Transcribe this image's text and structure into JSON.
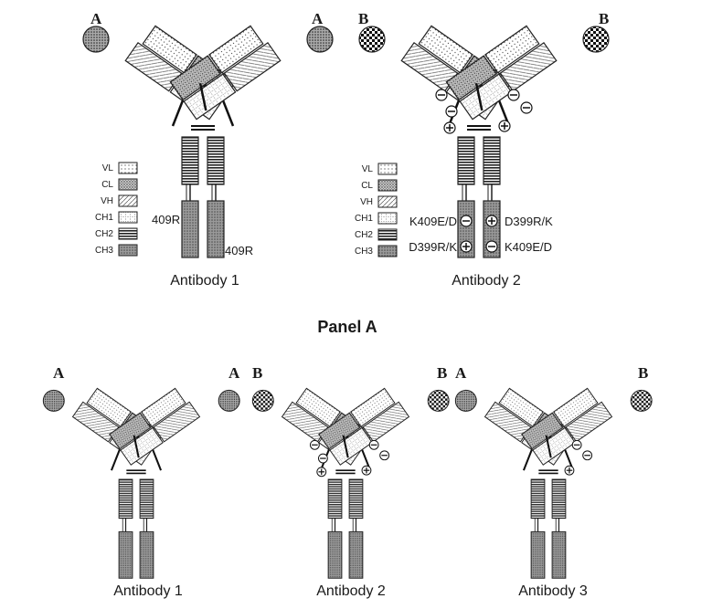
{
  "panel_a": {
    "title": "Panel A",
    "antibody_1": {
      "caption": "Antibody 1",
      "arm_left": "A",
      "arm_right": "A",
      "mutation_left": "409R",
      "mutation_right": "409R"
    },
    "antibody_2": {
      "caption": "Antibody 2",
      "arm_left": "B",
      "arm_right": "B",
      "mutation_left_top": "K409E/D",
      "mutation_left_bottom": "D399R/K",
      "mutation_right_top": "D399R/K",
      "mutation_right_bottom": "K409E/D"
    }
  },
  "legend_items": [
    "VL",
    "CL",
    "VH",
    "CH1",
    "CH2",
    "CH3"
  ],
  "panel_b": {
    "antibody_1": {
      "caption": "Antibody 1",
      "arm_left": "A",
      "arm_right": "A"
    },
    "antibody_2": {
      "caption": "Antibody 2",
      "arm_left": "B",
      "arm_right": "B"
    },
    "antibody_3": {
      "caption": "Antibody 3",
      "arm_left": "A",
      "arm_right": "B"
    }
  },
  "icons": {
    "antigen_a": "dotted-circle-icon",
    "antigen_b": "checkered-circle-icon",
    "negative_charge": "minus-circle-icon",
    "positive_charge": "plus-circle-icon"
  }
}
